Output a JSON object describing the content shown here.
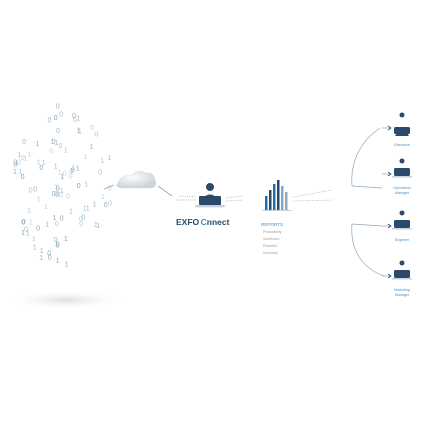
{
  "colors": {
    "accent_blue": "#1f6fb8",
    "dark_navy": "#2a4a6a",
    "connect_blue": "#2e8fd6",
    "label_blue": "#4a90c8",
    "bits_gray_blue": "#7f9fb6",
    "bar_gray": "#9aa7b2"
  },
  "binary_cloud": {
    "glyphs": [
      "0",
      "1",
      "0",
      "1",
      "1",
      "0",
      "0",
      "1",
      "0",
      "1",
      "0",
      "0",
      "1",
      "1",
      "0",
      "1",
      "0",
      "1",
      "1",
      "0",
      "0",
      "0",
      "1",
      "0",
      "1",
      "1",
      "0",
      "1",
      "0",
      "0",
      "1",
      "0",
      "1",
      "1",
      "1",
      "0",
      "0",
      "1",
      "0",
      "1",
      "0",
      "1",
      "1",
      "0",
      "1",
      "0",
      "0",
      "1",
      "1",
      "0",
      "1",
      "0",
      "0",
      "1",
      "0",
      "1",
      "1",
      "0",
      "0",
      "1",
      "0",
      "1",
      "0",
      "0",
      "1",
      "1",
      "0",
      "1",
      "1",
      "0",
      "1",
      "0",
      "0",
      "1",
      "0",
      "1",
      "1",
      "0",
      "1",
      "0",
      "0",
      "1",
      "0",
      "1",
      "1",
      "0",
      "1",
      "1",
      "0",
      "0",
      "1",
      "0",
      "1",
      "0",
      "1",
      "0",
      "0",
      "1",
      "1",
      "0"
    ]
  },
  "logo": {
    "part1": "EXFO",
    "part2": "C",
    "part3": "nnect"
  },
  "reports": {
    "title": "REPORTS",
    "items": [
      "Productivity",
      "Scorecard",
      "Powerful",
      "Inventory"
    ]
  },
  "roles": [
    {
      "label_lines": [
        "Executive"
      ]
    },
    {
      "label_lines": [
        "Operations",
        "Manager"
      ]
    },
    {
      "label_lines": [
        "Engineer"
      ]
    },
    {
      "label_lines": [
        "Marketing",
        "Manager"
      ]
    }
  ]
}
